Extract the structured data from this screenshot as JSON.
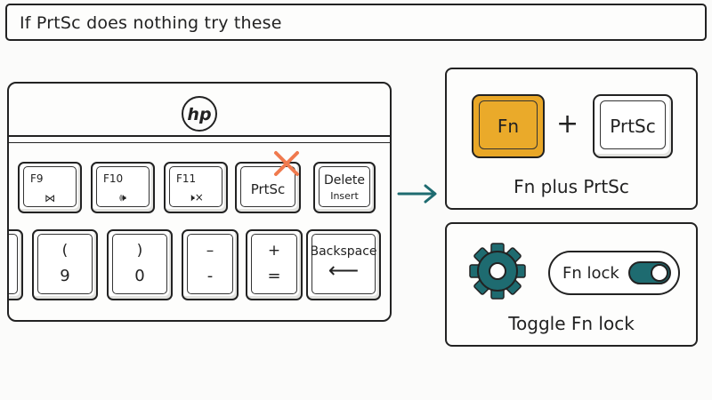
{
  "header": {
    "title": "If PrtSc does nothing try these"
  },
  "keyboard": {
    "logo_text": "hp",
    "function_row": [
      {
        "label": "F9",
        "icon": "⋈"
      },
      {
        "label": "F10",
        "icon": "🕪"
      },
      {
        "label": "F11",
        "icon": "🕨×"
      }
    ],
    "prtsc_label": "PrtSc",
    "delete_label": "Delete",
    "insert_label": "Insert",
    "number_row": [
      {
        "top": "(",
        "bottom": "9"
      },
      {
        "top": ")",
        "bottom": "0"
      },
      {
        "top": "–",
        "bottom": "-"
      },
      {
        "top": "+",
        "bottom": "="
      }
    ],
    "backspace_label": "Backspace",
    "backspace_arrow": "⟵"
  },
  "option_fn_combo": {
    "fn_key": "Fn",
    "plus": "+",
    "prtsc_key": "PrtSc",
    "caption": "Fn plus PrtSc"
  },
  "option_fn_lock": {
    "toggle_label": "Fn lock",
    "toggle_on": true,
    "caption": "Toggle Fn lock"
  },
  "colors": {
    "fn_key": "#e9a727",
    "teal": "#1e6b70",
    "cross": "#f07a4e"
  }
}
